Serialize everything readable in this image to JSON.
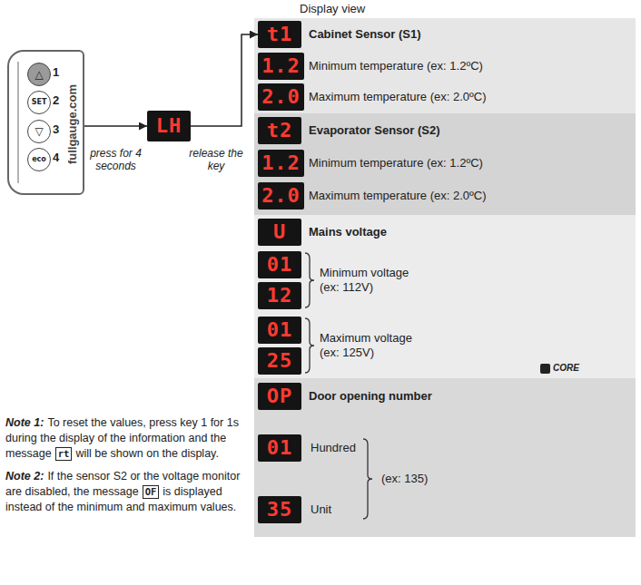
{
  "diagram": {
    "nodes": [
      {
        "text": [
          "fullgauge.com"
        ]
      },
      {
        "text": [
          "△"
        ],
        "in": 0
      },
      {
        "text": [
          "SET"
        ],
        "in": 0
      },
      {
        "text": [
          "▽"
        ],
        "in": 0
      },
      {
        "text": [
          "eco"
        ],
        "in": 0
      },
      {
        "text": [
          "LH"
        ]
      },
      {
        "text": [
          "Display view"
        ]
      },
      {
        "text": [
          "Cabinet Sensor (S1)",
          "Minimum temperature (ex: 1.2ºC)",
          "Maximum temperature (ex: 2.0ºC)"
        ],
        "in": 6
      },
      {
        "text": [
          "t1"
        ],
        "in": 7
      },
      {
        "text": [
          "1.2"
        ],
        "in": 7
      },
      {
        "text": [
          "2.0"
        ],
        "in": 7
      },
      {
        "text": [
          "Evaporator Sensor (S2)",
          "Minimum temperature (ex: 1.2ºC)",
          "Maximum temperature (ex: 2.0ºC)"
        ],
        "in": 6
      },
      {
        "text": [
          "t2"
        ],
        "in": 11
      },
      {
        "text": [
          "1.2"
        ],
        "in": 11
      },
      {
        "text": [
          "2.0"
        ],
        "in": 11
      },
      {
        "text": [
          "Mains voltage",
          "Minimum voltage (ex: 112V)",
          "Maximum voltage (ex: 125V)"
        ],
        "in": 6
      },
      {
        "text": [
          "U"
        ],
        "in": 15
      },
      {
        "text": [
          "01"
        ],
        "in": 15
      },
      {
        "text": [
          "12"
        ],
        "in": 15
      },
      {
        "text": [
          "01"
        ],
        "in": 15
      },
      {
        "text": [
          "25"
        ],
        "in": 15
      },
      {
        "text": [
          "Door opening number",
          "Hundred",
          "Unit",
          "(ex: 135)"
        ],
        "in": 6
      },
      {
        "text": [
          "OP"
        ],
        "in": 21
      },
      {
        "text": [
          "01"
        ],
        "in": 21
      },
      {
        "text": [
          "35"
        ],
        "in": 21
      }
    ],
    "edges": [
      {
        "from": 0,
        "to": 5,
        "label": "press for 4 seconds",
        "arrow": "to"
      },
      {
        "from": 5,
        "to": 8,
        "label": "release the key",
        "arrow": "to"
      }
    ],
    "labels": [
      "1",
      "2",
      "3",
      "4",
      "CORE",
      "Note 1:",
      "To reset the values, press key 1 for 1s during the display of the information and the message",
      "rt",
      "will be shown on the display.",
      "Note 2:",
      "If the sensor S2 or the voltage monitor are disabled, the message",
      "OF",
      "is displayed instead of the minimum and maximum values."
    ]
  }
}
